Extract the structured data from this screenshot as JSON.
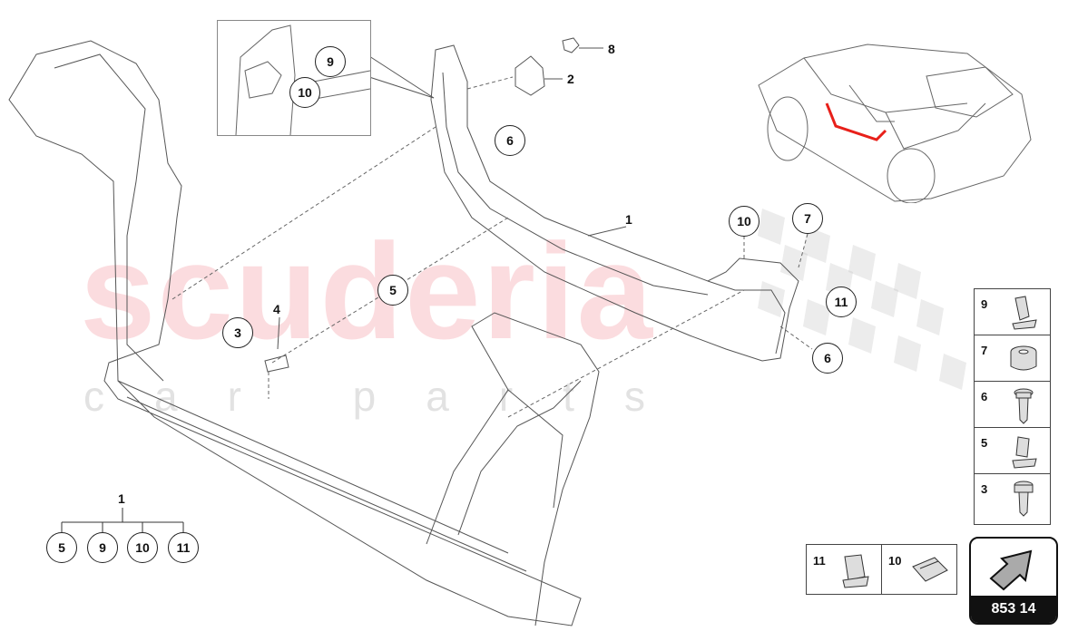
{
  "diagram": {
    "callouts": {
      "c1": "1",
      "c2": "2",
      "c3": "3",
      "c4": "4",
      "c5": "5",
      "c6a": "6",
      "c6b": "6",
      "c7": "7",
      "c8": "8",
      "c9": "9",
      "c10a": "10",
      "c10b": "10",
      "c11": "11"
    },
    "tree": {
      "root": "1",
      "children": [
        "5",
        "9",
        "10",
        "11"
      ]
    },
    "legend": [
      {
        "num": "9",
        "icon": "clip-icon"
      },
      {
        "num": "7",
        "icon": "nut-icon"
      },
      {
        "num": "6",
        "icon": "screw-icon"
      },
      {
        "num": "5",
        "icon": "clip-icon"
      },
      {
        "num": "3",
        "icon": "screw-icon"
      }
    ],
    "kit": [
      {
        "num": "11",
        "icon": "clip-icon"
      },
      {
        "num": "10",
        "icon": "clip-icon"
      }
    ],
    "badge": {
      "label": "853 14",
      "icon": "arrow-icon"
    },
    "watermark": {
      "main": "scuderia",
      "sub": "car parts"
    },
    "colors": {
      "highlight": "#e8201a",
      "line": "#555555",
      "watermark": "#eb5f6e"
    }
  }
}
